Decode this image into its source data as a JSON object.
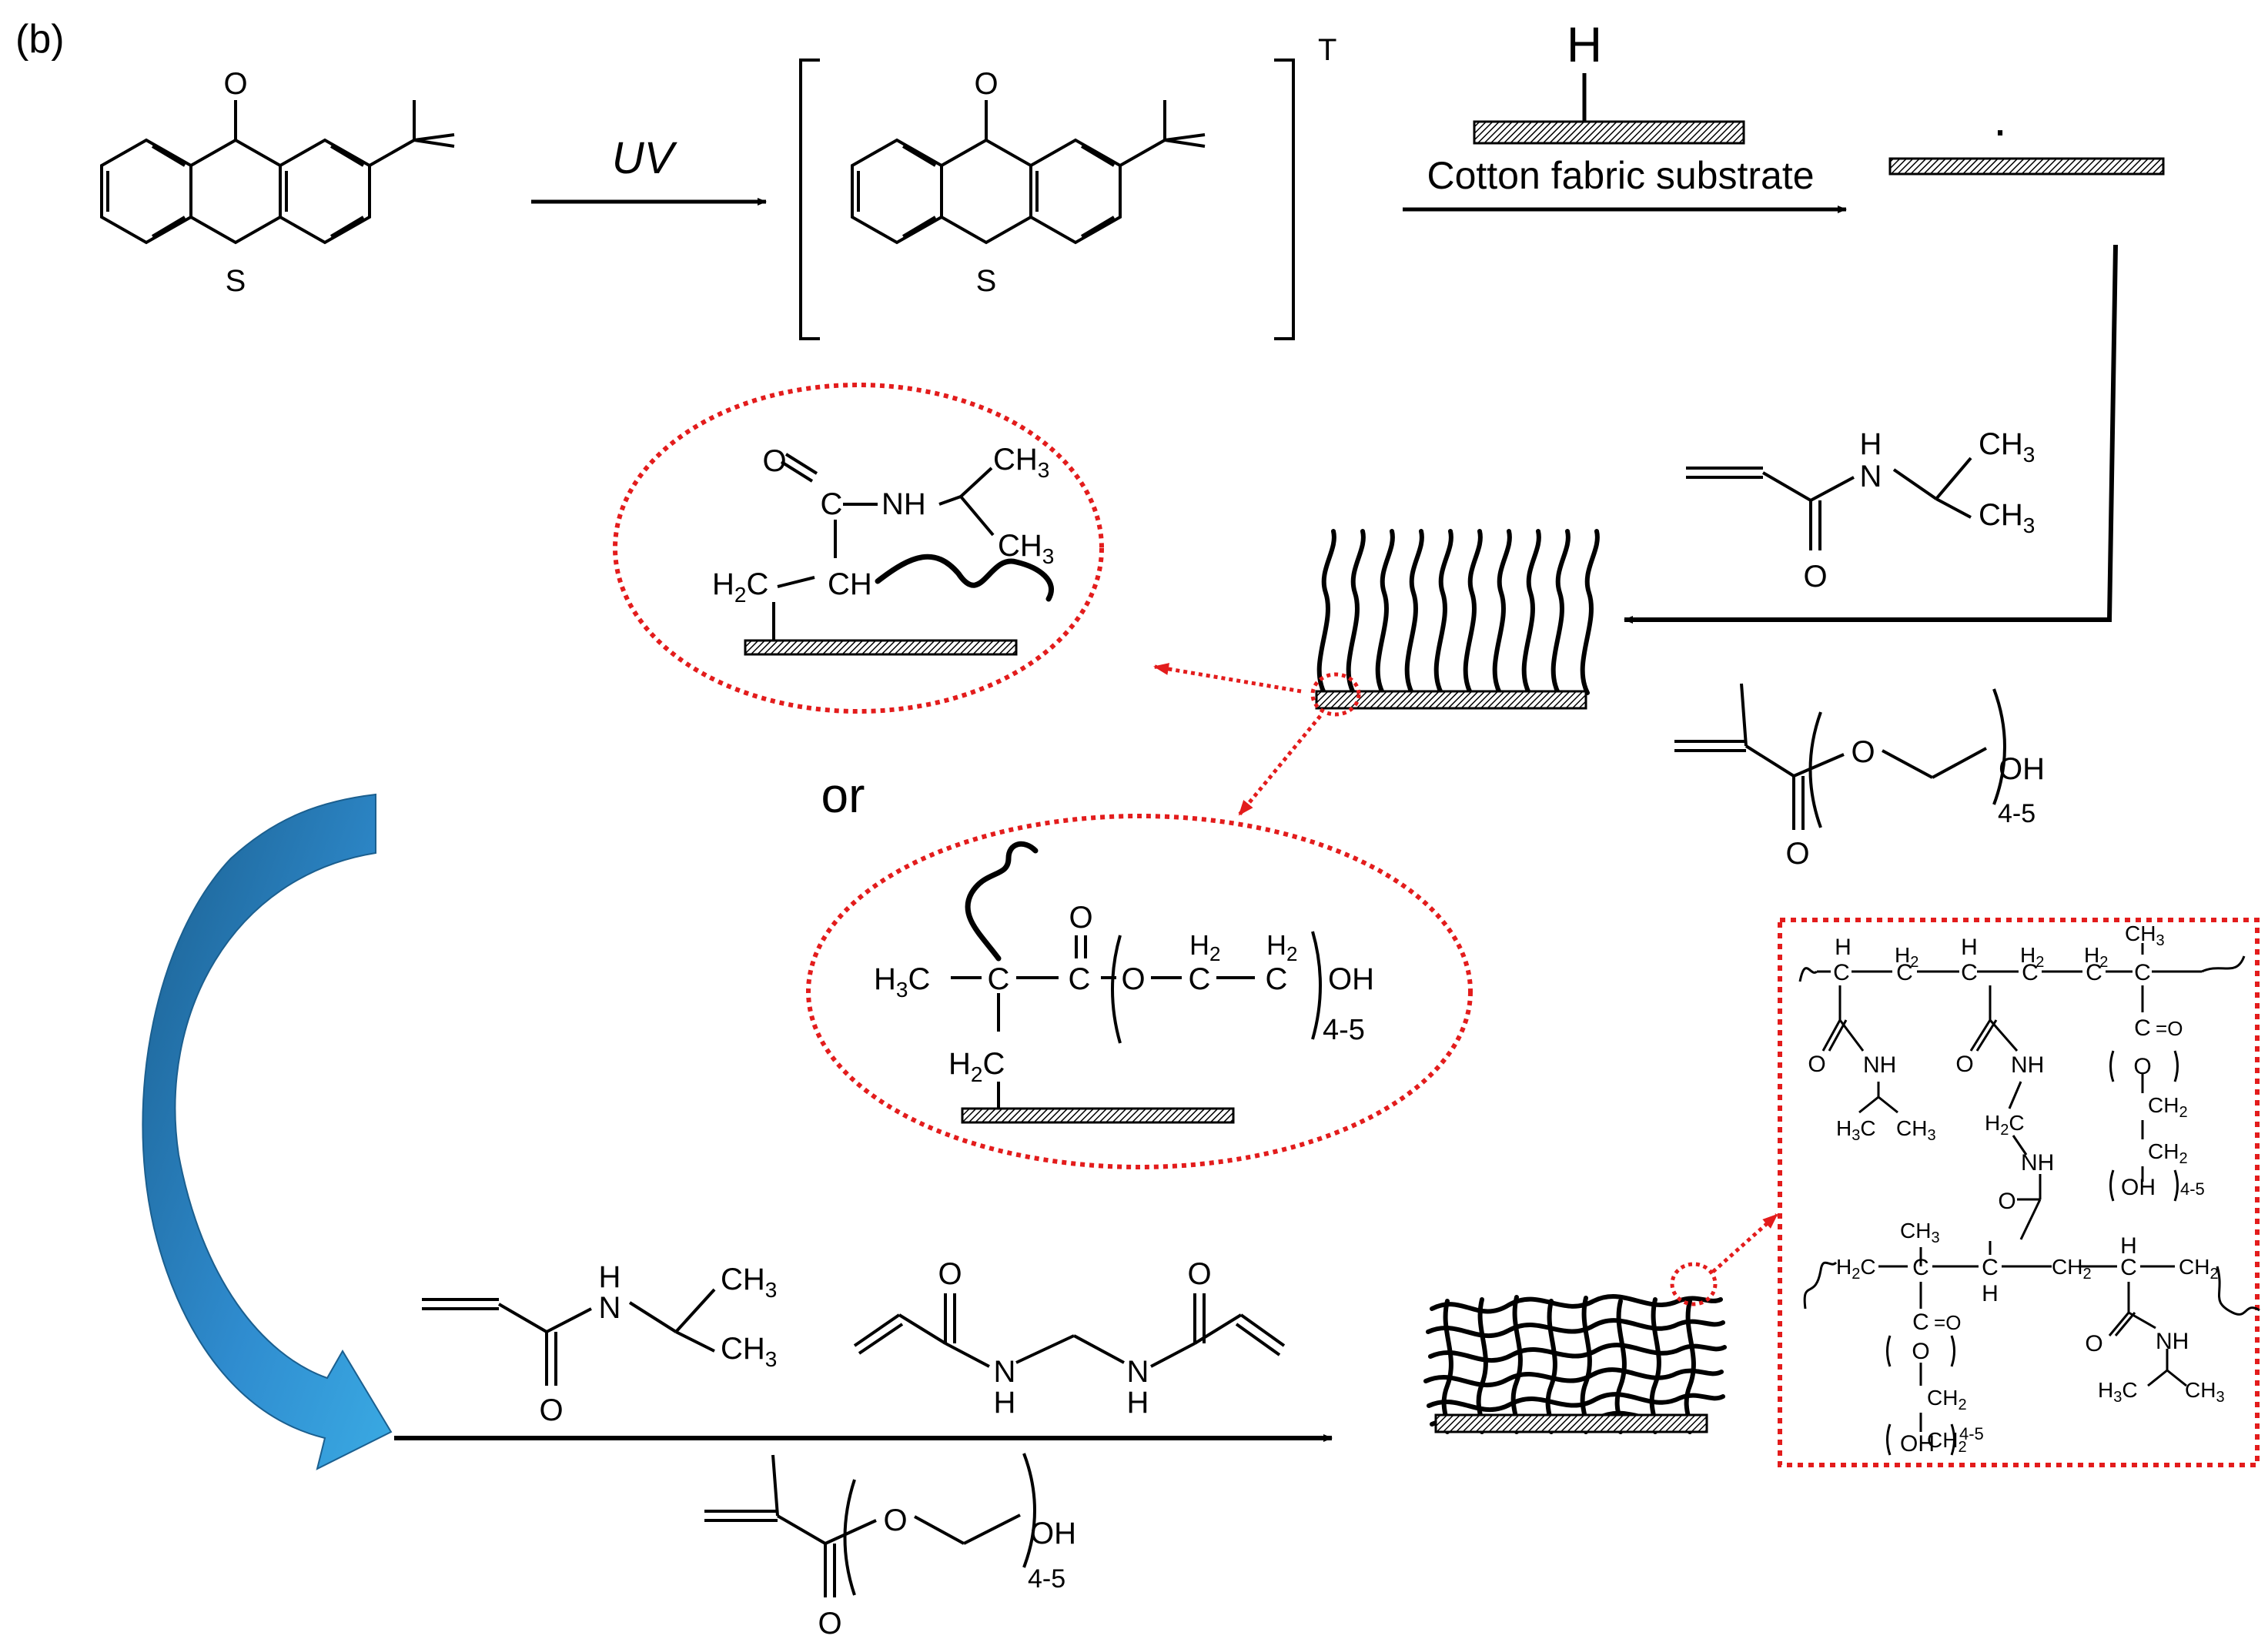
{
  "panel_label": "(b)",
  "step1": {
    "atoms": {
      "carbonyl_o": "O",
      "ring_s": "S"
    },
    "arrow_label": "UV",
    "triplet_sup": "T",
    "substrate_h": "H",
    "substrate_caption": "Cotton fabric substrate",
    "radical_dot": "·"
  },
  "monomers_right": {
    "nipam": {
      "nh": "H",
      "n": "N",
      "ch3_top": "CH",
      "ch3_bot": "CH",
      "sub3": "3",
      "o": "O"
    },
    "pegma": {
      "o_ring": "O",
      "oh": "OH",
      "repeat": "4-5",
      "o_carbonyl": "O"
    }
  },
  "zoom_nipam": {
    "o": "O",
    "nh": "NH",
    "ch3": "CH",
    "sub3": "3",
    "h2c": "H",
    "sub2": "2",
    "c_after_h2": "C",
    "ch": "CH"
  },
  "or_label": "or",
  "zoom_pegma": {
    "h3c_h": "H",
    "sub3": "3",
    "h3c_c": "C",
    "quat_c": "C",
    "carb_c": "C",
    "o_top": "O",
    "o_link": "O",
    "c1": "C",
    "c2": "C",
    "h": "H",
    "sub2": "2",
    "oh": "OH",
    "repeat": "4-5",
    "h2c_h": "H",
    "h2c_c": "C"
  },
  "bottom_reagents": {
    "nipam": {
      "h": "H",
      "n": "N",
      "ch": "CH",
      "sub3": "3",
      "o": "O"
    },
    "mba": {
      "o": "O",
      "n": "N",
      "h": "H"
    },
    "pegma": {
      "o_link": "O",
      "oh": "OH",
      "repeat": "4-5",
      "o_carb": "O"
    }
  },
  "network": {
    "c": "C",
    "h": "H",
    "h2": "H",
    "sub2": "2",
    "ch3": "CH",
    "sub3": "3",
    "o": "O",
    "nh": "NH",
    "oh": "OH",
    "repeat": "4-5",
    "h3c": "H",
    "ch2": "CH",
    "h2c": "H",
    "eq_o": "O",
    "n": "N"
  },
  "colors": {
    "ink": "#000000",
    "highlight": "#e31c1c",
    "arrow_dark": "#1b5f8f",
    "arrow_light": "#3aaae3"
  }
}
